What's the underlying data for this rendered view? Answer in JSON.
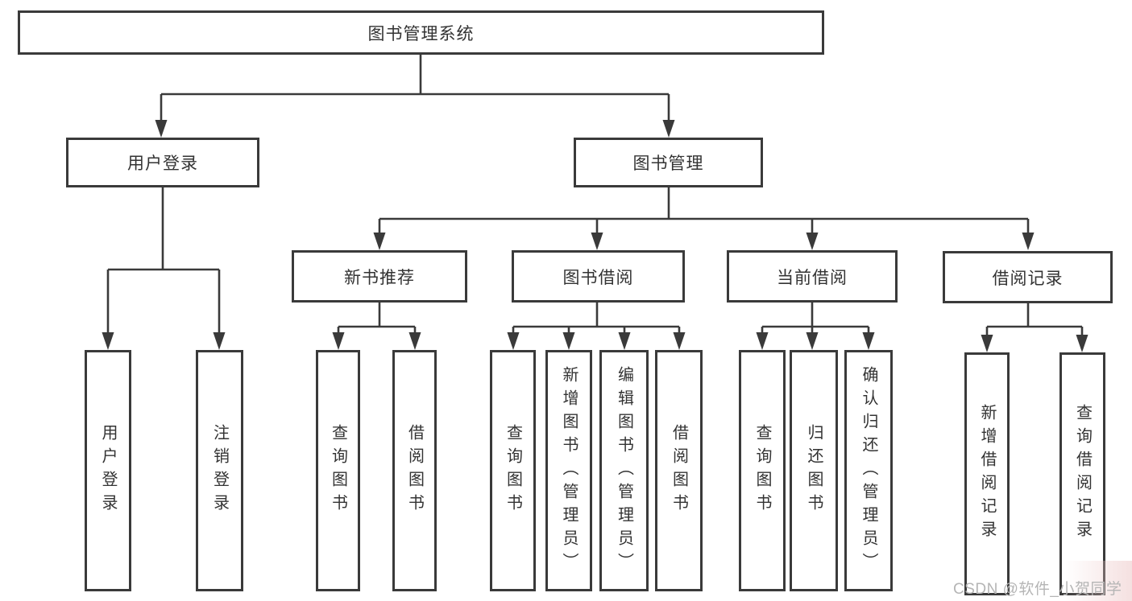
{
  "tree": {
    "root": {
      "label": "图书管理系统",
      "children": [
        {
          "label": "用户登录",
          "children": [
            {
              "label": "用户登录"
            },
            {
              "label": "注销登录"
            }
          ]
        },
        {
          "label": "图书管理",
          "children": [
            {
              "label": "新书推荐",
              "children": [
                {
                  "label": "查询图书"
                },
                {
                  "label": "借阅图书"
                }
              ]
            },
            {
              "label": "图书借阅",
              "children": [
                {
                  "label": "查询图书"
                },
                {
                  "label": "新增图书（管理员）"
                },
                {
                  "label": "编辑图书（管理员）"
                },
                {
                  "label": "借阅图书"
                }
              ]
            },
            {
              "label": "当前借阅",
              "children": [
                {
                  "label": "查询图书"
                },
                {
                  "label": "归还图书"
                },
                {
                  "label": "确认归还（管理员）"
                }
              ]
            },
            {
              "label": "借阅记录",
              "children": [
                {
                  "label": "新增借阅记录"
                },
                {
                  "label": "查询借阅记录"
                }
              ]
            }
          ]
        }
      ]
    }
  },
  "watermark": {
    "text": "CSDN @软件_小贺同学"
  },
  "colors": {
    "line": "#3a3a3a",
    "text": "#333333",
    "watermark": "#b5b5b5",
    "tint": "#ecc7c7",
    "background": "#ffffff"
  }
}
